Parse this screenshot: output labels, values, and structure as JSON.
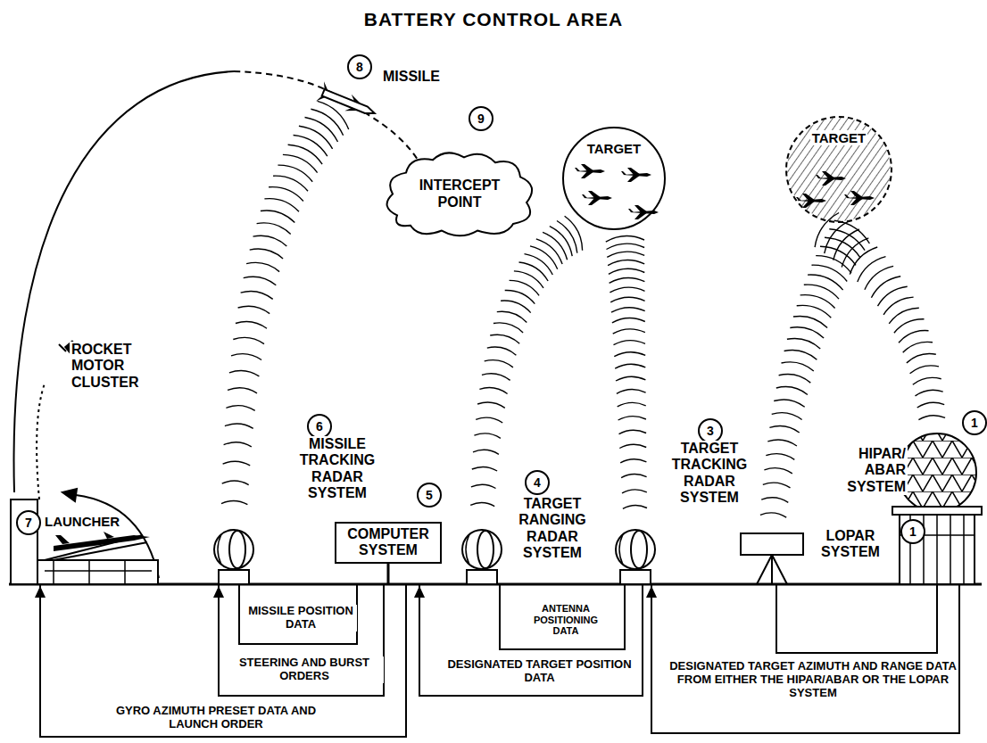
{
  "diagram": {
    "title": "BATTERY CONTROL AREA",
    "nodes": [
      {
        "text": [
          "COMPUTER SYSTEM"
        ]
      },
      {
        "text": [
          "INTERCEPT POINT"
        ]
      },
      {
        "text": [
          "TARGET"
        ]
      },
      {
        "text": [
          "TARGET"
        ]
      }
    ],
    "labels": [
      "8",
      "MISSILE",
      "9",
      "ROCKET MOTOR CLUSTER",
      "6",
      "MISSILE TRACKING RADAR SYSTEM",
      "5",
      "4",
      "TARGET RANGING RADAR SYSTEM",
      "3",
      "TARGET TRACKING RADAR SYSTEM",
      "1",
      "HIPAR/ ABAR SYSTEM",
      "1",
      "LOPAR SYSTEM",
      "7",
      "LAUNCHER",
      "MISSILE POSITION DATA",
      "STEERING AND BURST ORDERS",
      "GYRO AZIMUTH PRESET DATA AND LAUNCH ORDER",
      "ANTENNA POSITIONING DATA",
      "DESIGNATED TARGET POSITION DATA",
      "DESIGNATED TARGET AZIMUTH AND RANGE DATA FROM EITHER THE HIPAR/ABAR OR THE LOPAR SYSTEM"
    ]
  }
}
